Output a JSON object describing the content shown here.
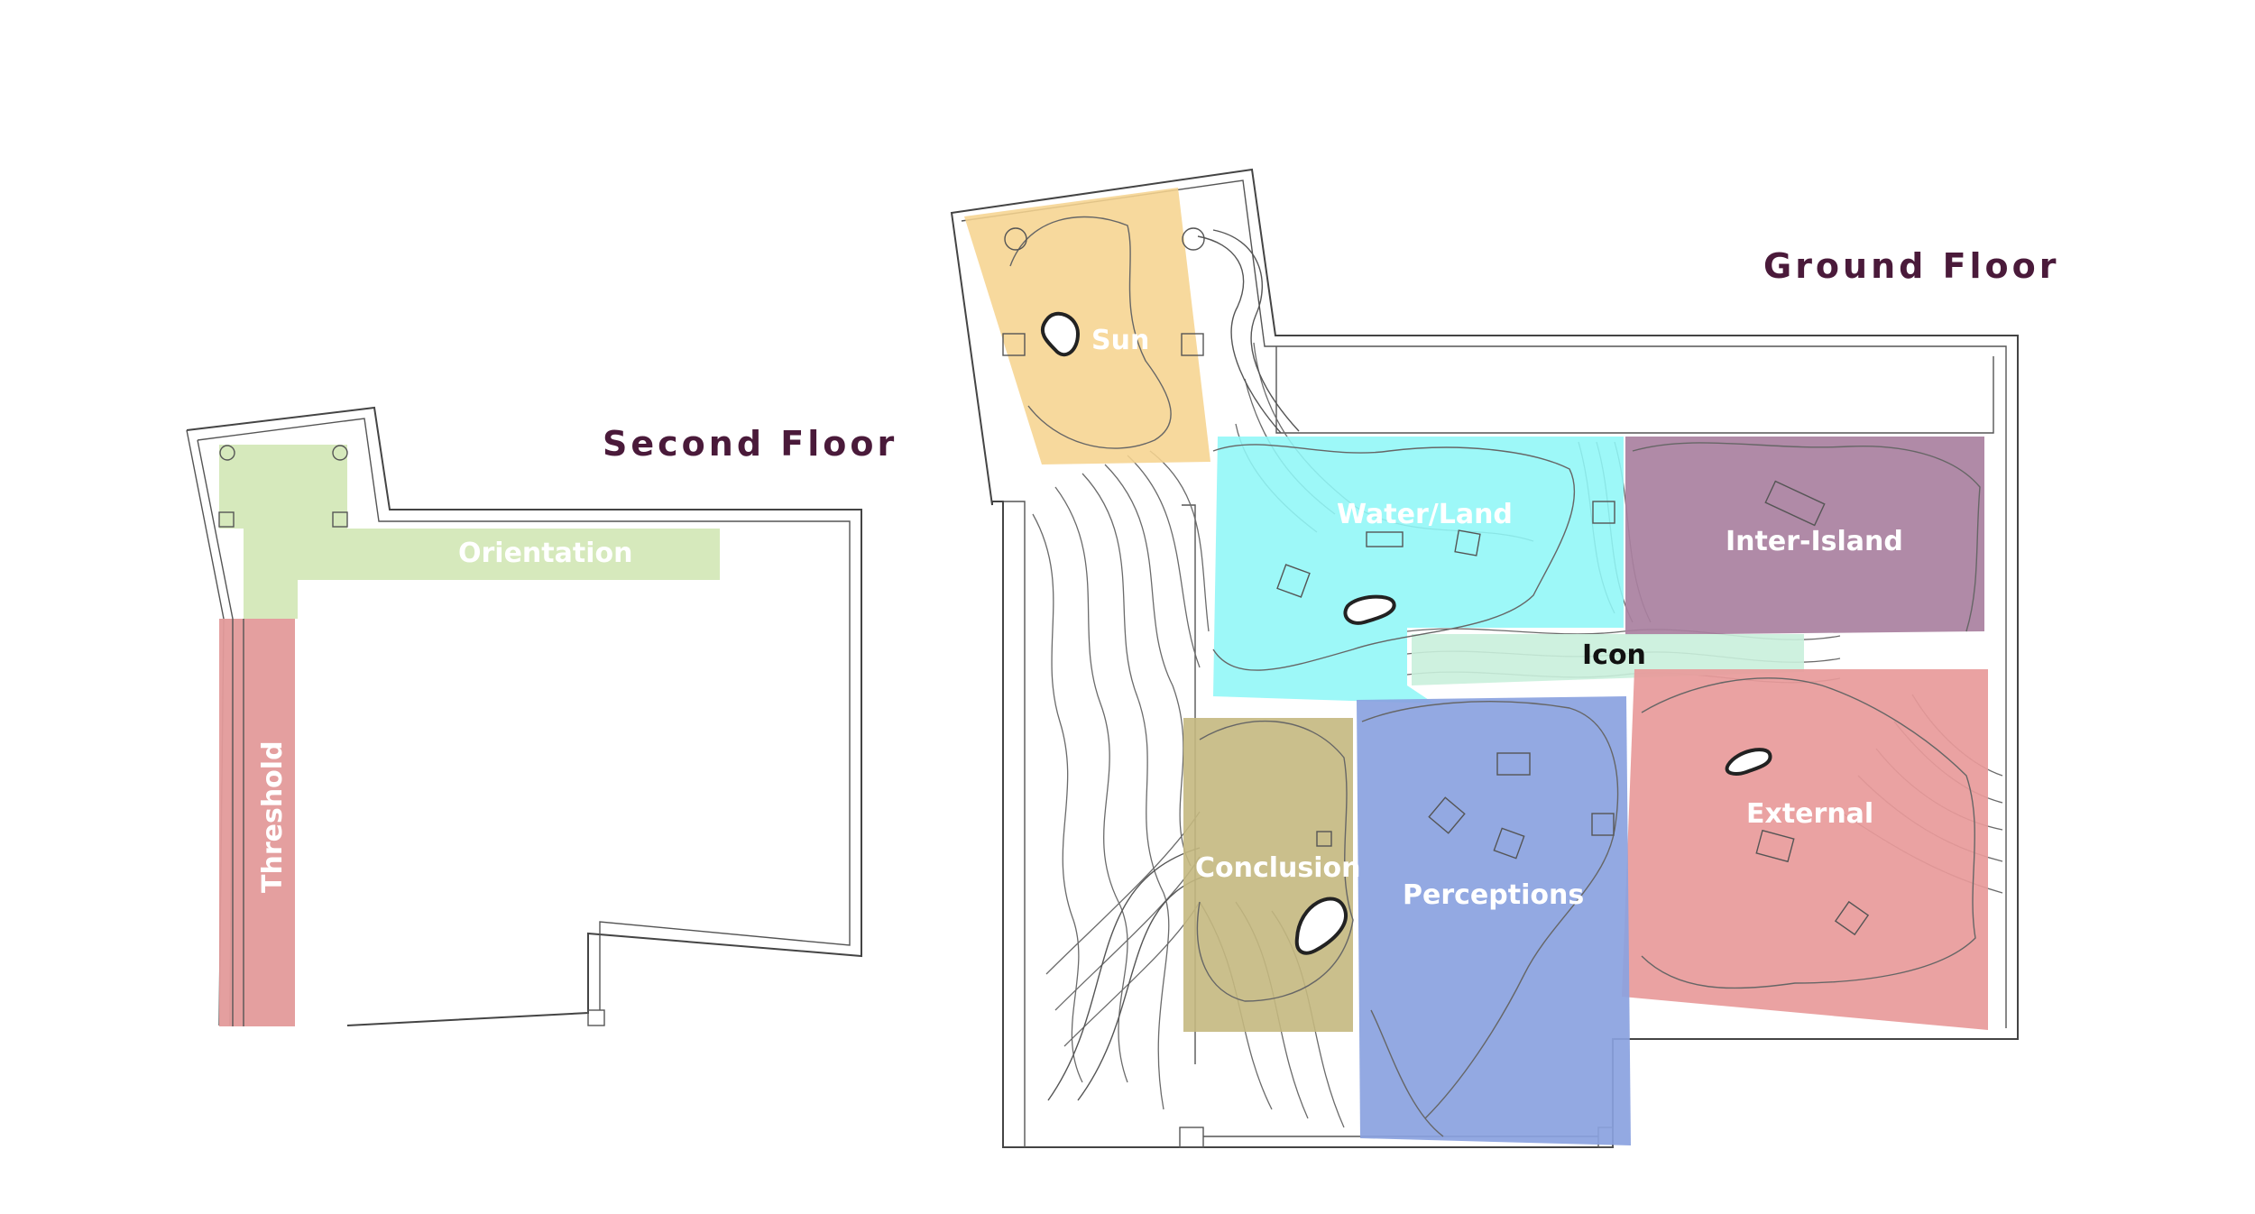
{
  "floors": {
    "second": {
      "title": "Second Floor"
    },
    "ground": {
      "title": "Ground Floor"
    }
  },
  "zones": {
    "threshold": {
      "label": "Threshold",
      "color": "#e39a9a"
    },
    "orientation": {
      "label": "Orientation",
      "color": "#d3e7b6"
    },
    "sun": {
      "label": "Sun",
      "color": "#f6d490"
    },
    "water_land": {
      "label": "Water/Land",
      "color": "#8ff7f7"
    },
    "inter_island": {
      "label": "Inter-Island",
      "color": "#a9809f"
    },
    "icon": {
      "label": "Icon",
      "color": "#c9efdc"
    },
    "external": {
      "label": "External",
      "color": "#e89a9a"
    },
    "conclusion": {
      "label": "Conclusion",
      "color": "#c4b880"
    },
    "perceptions": {
      "label": "Perceptions",
      "color": "#8aa2e0"
    }
  }
}
